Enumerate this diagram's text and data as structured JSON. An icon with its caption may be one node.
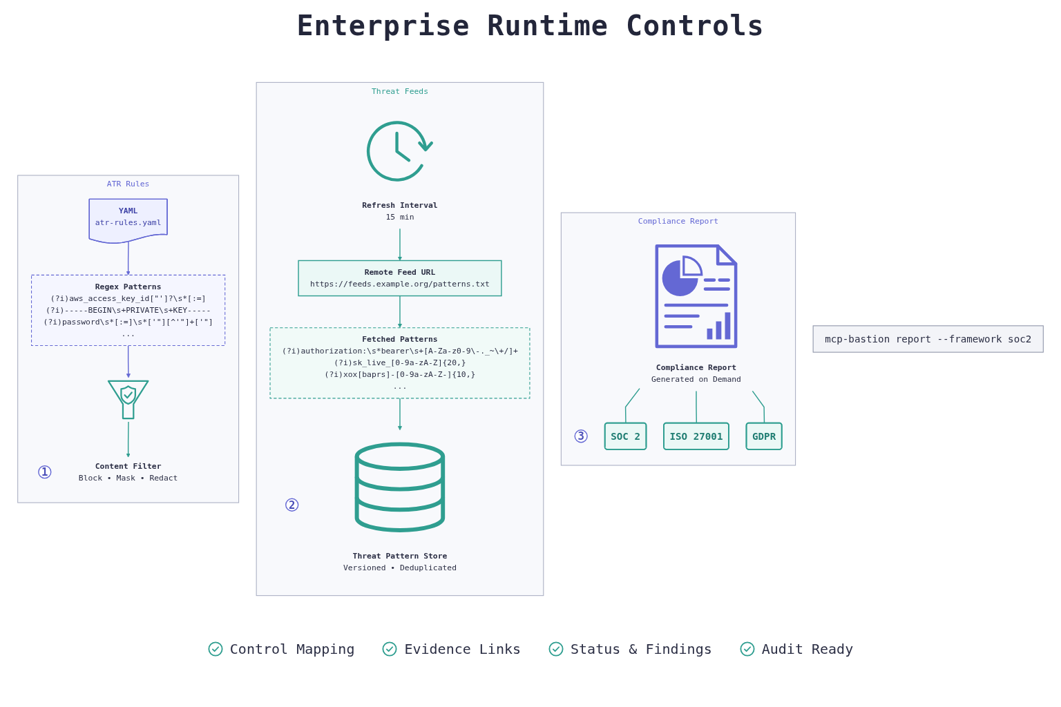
{
  "diagram": {
    "title": "Enterprise Runtime Controls",
    "nodes": [
      {
        "text": [
          "ATR Rules"
        ]
      },
      {
        "text": [
          "1"
        ],
        "in": 0
      },
      {
        "text": [
          "YAML",
          "atr-rules.yaml"
        ],
        "in": 0
      },
      {
        "text": [
          "Regex Patterns",
          "(?i)aws_access_key_id[\"']?\\s*[:=]",
          "(?i)-----BEGIN\\s+PRIVATE\\s+KEY-----",
          "(?i)password\\s*[:=]\\s*['\"][^'\"]+['\"]",
          "..."
        ],
        "in": 0
      },
      {
        "text": [],
        "shape": "funnel",
        "in": 0
      },
      {
        "text": [
          "Content Filter",
          "Block • Mask • Redact"
        ],
        "in": 0
      },
      {
        "text": [
          "Threat Feeds"
        ]
      },
      {
        "text": [
          "2"
        ],
        "in": 6
      },
      {
        "text": [
          "Refresh Interval",
          "15 min"
        ],
        "in": 6
      },
      {
        "text": [
          "Remote Feed URL",
          "https://feeds.example.org/patterns.txt"
        ],
        "in": 6
      },
      {
        "text": [
          "Fetched Patterns",
          "(?i)authorization:\\s*bearer\\s+[A-Za-z0-9\\-._~\\+/]+",
          "(?i)sk_live_[0-9a-zA-Z]{20,}",
          "(?i)xox[baprs]-[0-9a-zA-Z-]{10,}",
          "..."
        ],
        "in": 6
      },
      {
        "text": [
          "Threat Pattern Store",
          "Versioned • Deduplicated"
        ],
        "in": 6
      },
      {
        "text": [
          "Compliance Report"
        ]
      },
      {
        "text": [
          "3"
        ],
        "in": 12
      },
      {
        "text": [
          "Compliance Report",
          "Generated on Demand"
        ],
        "in": 12
      },
      {
        "text": [
          "SOC 2"
        ],
        "in": 12
      },
      {
        "text": [
          "ISO 27001"
        ],
        "in": 12
      },
      {
        "text": [
          "GDPR"
        ],
        "in": 12
      },
      {
        "text": [
          "mcp-bastion report --framework soc2"
        ]
      }
    ],
    "edges": [
      {
        "from": 2,
        "to": 3,
        "arrow": "to",
        "color": "#6468d4"
      },
      {
        "from": 3,
        "to": 4,
        "arrow": "to",
        "color": "#6468d4"
      },
      {
        "from": 4,
        "to": 5,
        "arrow": "to"
      },
      {
        "from": 8,
        "to": 9,
        "arrow": "to"
      },
      {
        "from": 9,
        "to": 10,
        "arrow": "to"
      },
      {
        "from": 10,
        "to": 11,
        "arrow": "to"
      },
      {
        "from": 14,
        "to": 15,
        "arrow": "none"
      },
      {
        "from": 14,
        "to": 16,
        "arrow": "none"
      },
      {
        "from": 14,
        "to": 17,
        "arrow": "none"
      }
    ],
    "labels": [
      "Control Mapping",
      "Evidence Links",
      "Status & Findings",
      "Audit Ready"
    ]
  }
}
